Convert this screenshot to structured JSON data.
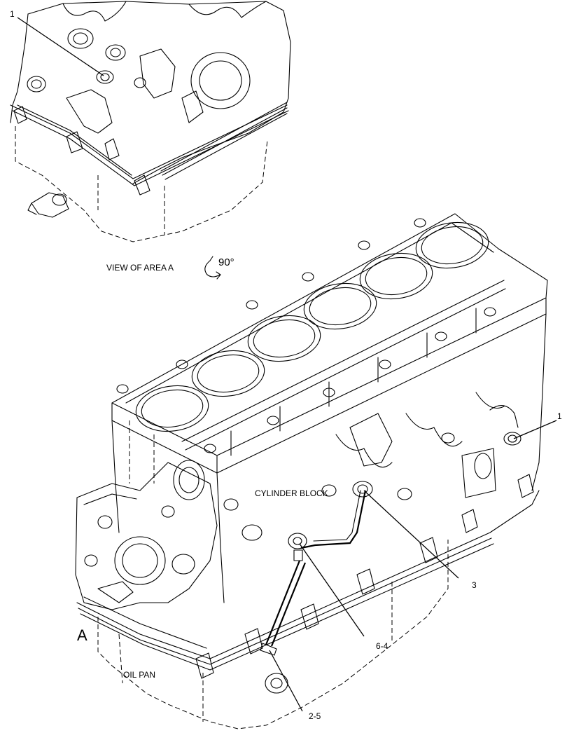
{
  "diagram": {
    "inset_caption": "VIEW OF AREA A",
    "rotation_label": "90°",
    "area_marker": "A",
    "part_labels": {
      "cylinder_block": "CYLINDER BLOCK",
      "oil_pan": "OIL PAN"
    },
    "callouts": {
      "inset_1": "1",
      "main_1": "1",
      "c3": "3",
      "c6_4": "6-4",
      "c2_5": "2-5"
    }
  }
}
